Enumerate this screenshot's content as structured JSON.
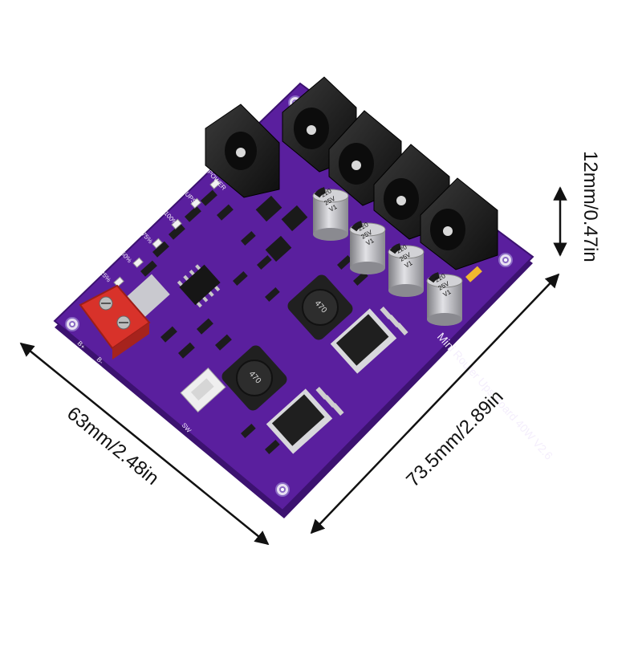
{
  "dimensions": {
    "height_label": "12mm/0.47in",
    "length_label": "73.5mm/2.89in",
    "width_label": "63mm/2.48in"
  },
  "board": {
    "silkscreen_title": "Mini Router Ups Board 40W V2.6",
    "led_labels": [
      "POWER",
      "UPS",
      "100%",
      "75%",
      "50%",
      "25%"
    ],
    "terminal_labels": [
      "B+",
      "B-"
    ],
    "switch_label": "SW",
    "capacitor_marking": [
      "220",
      "25V",
      "V1"
    ],
    "inductor_marking": "470",
    "colors": {
      "pcb": "#5a1f9e",
      "pcb_edge": "#3c1270",
      "terminal": "#d8322a",
      "jack": "#1b1b1b",
      "capacitor": "#b9b9bd"
    }
  }
}
